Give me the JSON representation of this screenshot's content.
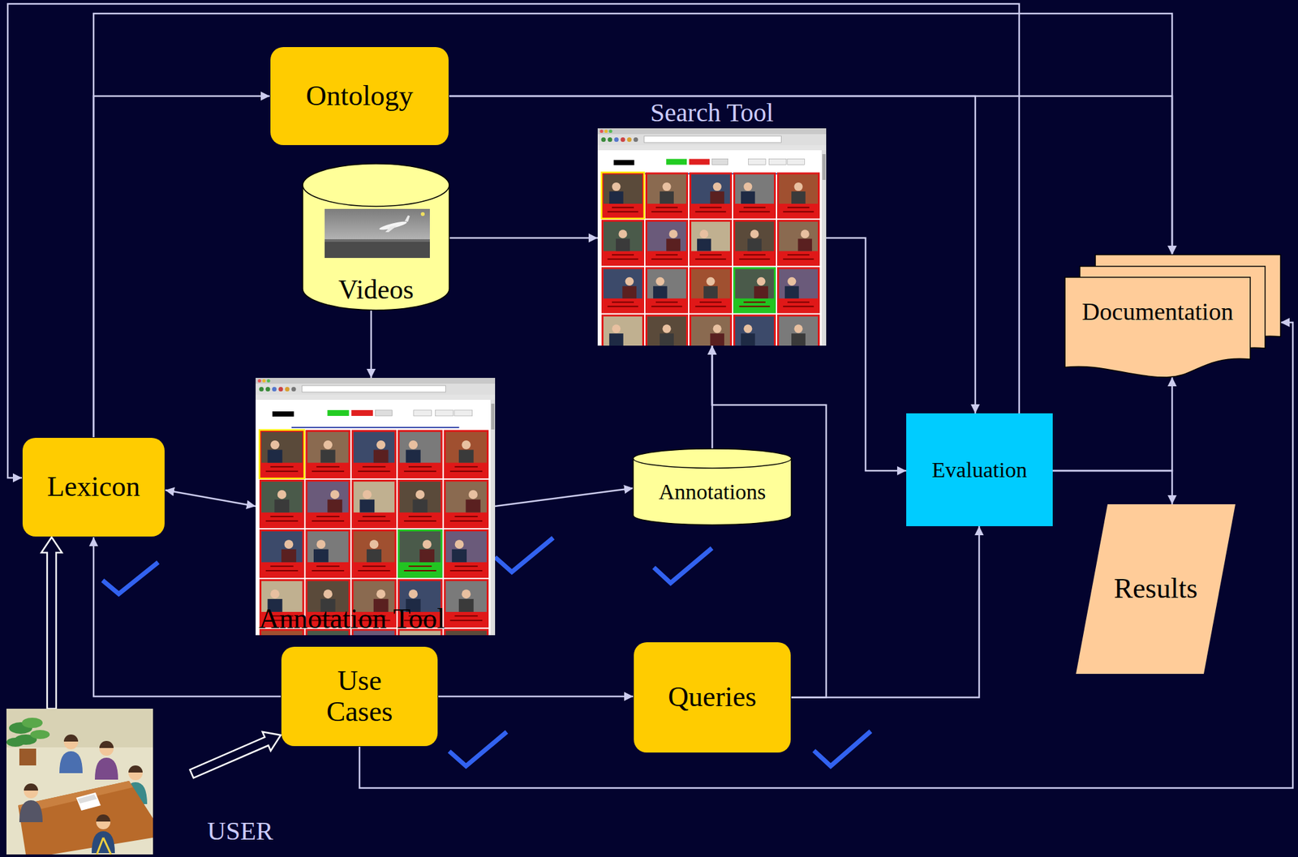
{
  "diagram": {
    "nodes": [
      {
        "text": [
          "Ontology"
        ]
      },
      {
        "text": [
          "Search Tool"
        ]
      },
      {
        "text": [
          "Videos"
        ]
      },
      {
        "text": [
          "Documentation"
        ]
      },
      {
        "text": [
          "Lexicon"
        ]
      },
      {
        "text": [
          "Annotation Tool"
        ]
      },
      {
        "text": [
          "Annotations"
        ]
      },
      {
        "text": [
          "Evaluation"
        ]
      },
      {
        "text": [
          "Results"
        ]
      },
      {
        "text": [
          "Use Cases"
        ]
      },
      {
        "text": [
          "Queries"
        ]
      },
      {
        "text": [
          "USER"
        ]
      }
    ],
    "edges": [
      {
        "from": 4,
        "to": 0,
        "arrow": "to"
      },
      {
        "from": 4,
        "to": 3,
        "arrow": "to"
      },
      {
        "from": 0,
        "to": 3,
        "arrow": "to"
      },
      {
        "from": 0,
        "to": 7,
        "arrow": "to"
      },
      {
        "from": 7,
        "to": 4,
        "arrow": "to"
      },
      {
        "from": 2,
        "to": 1,
        "arrow": "to"
      },
      {
        "from": 2,
        "to": 5,
        "arrow": "to"
      },
      {
        "from": 4,
        "to": 5,
        "arrow": "both"
      },
      {
        "from": 5,
        "to": 6,
        "arrow": "to"
      },
      {
        "from": 6,
        "to": 1,
        "arrow": "to"
      },
      {
        "from": 10,
        "to": 1,
        "arrow": "to"
      },
      {
        "from": 1,
        "to": 7,
        "arrow": "to"
      },
      {
        "from": 10,
        "to": 7,
        "arrow": "to"
      },
      {
        "from": 9,
        "to": 10,
        "arrow": "to"
      },
      {
        "from": 9,
        "to": 4,
        "arrow": "to"
      },
      {
        "from": 9,
        "to": 3,
        "arrow": "to"
      },
      {
        "from": 7,
        "to": 3,
        "arrow": "to"
      },
      {
        "from": 7,
        "to": 8,
        "arrow": "to"
      },
      {
        "from": 11,
        "to": 4,
        "arrow": "to"
      },
      {
        "from": 11,
        "to": 9,
        "arrow": "to"
      }
    ]
  }
}
